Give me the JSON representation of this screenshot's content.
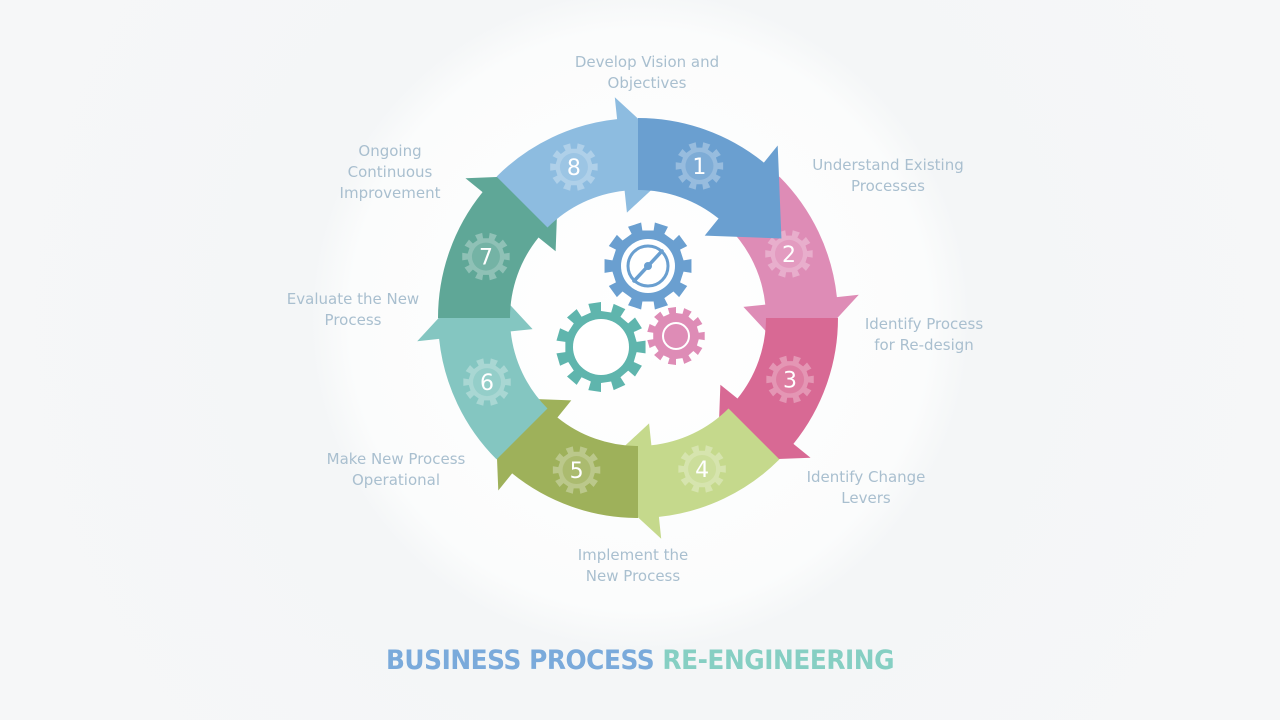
{
  "steps": [
    {
      "number": "1",
      "label": "Develop Vision and\nObjectives",
      "color": "#6a9fd0"
    },
    {
      "number": "2",
      "label": "Understand Existing\nProcesses",
      "color": "#de8cb6"
    },
    {
      "number": "3",
      "label": "Identify Process\nfor Re-design",
      "color": "#d86994"
    },
    {
      "number": "4",
      "label": "Identify Change\nLevers",
      "color": "#c5d98c"
    },
    {
      "number": "5",
      "label": "Implement the\nNew Process",
      "color": "#9eb15a"
    },
    {
      "number": "6",
      "label": "Make New Process\nOperational",
      "color": "#84c6c1"
    },
    {
      "number": "7",
      "label": "Evaluate the New\nProcess",
      "color": "#5fa797"
    },
    {
      "number": "8",
      "label": "Ongoing\nContinuous\nImprovement",
      "color": "#8dbce0"
    }
  ],
  "center_gears": [
    {
      "icon": "gauge-gear-icon",
      "color": "#6a9fd0"
    },
    {
      "icon": "ring-gear-icon",
      "color": "#de8cb6"
    },
    {
      "icon": "large-gear-icon",
      "color": "#5fb5ad"
    }
  ],
  "title": {
    "part1": "BUSINESS PROCESS",
    "part2": "RE-ENGINEERING"
  }
}
